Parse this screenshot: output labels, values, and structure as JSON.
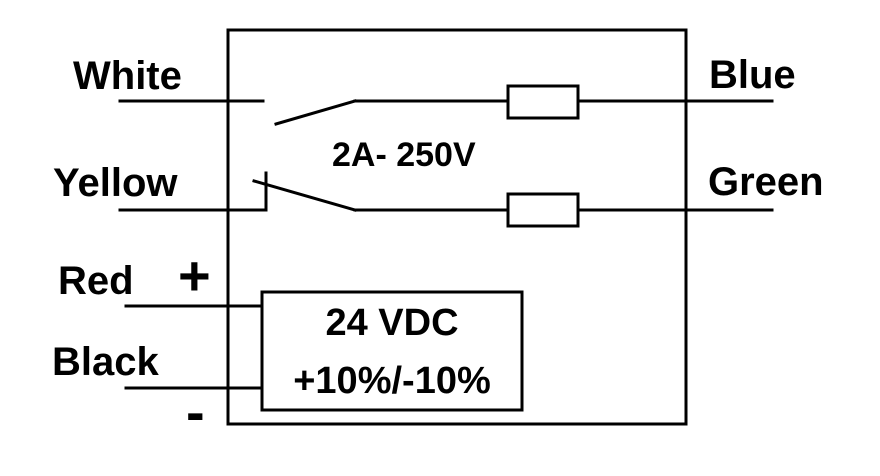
{
  "wires": {
    "white": "White",
    "yellow": "Yellow",
    "red": "Red",
    "black": "Black",
    "blue": "Blue",
    "green": "Green"
  },
  "polarity": {
    "plus": "+",
    "minus": "-"
  },
  "contact_rating": "2A- 250V",
  "power_supply": {
    "voltage": "24 VDC",
    "tolerance": "+10%/-10%"
  }
}
